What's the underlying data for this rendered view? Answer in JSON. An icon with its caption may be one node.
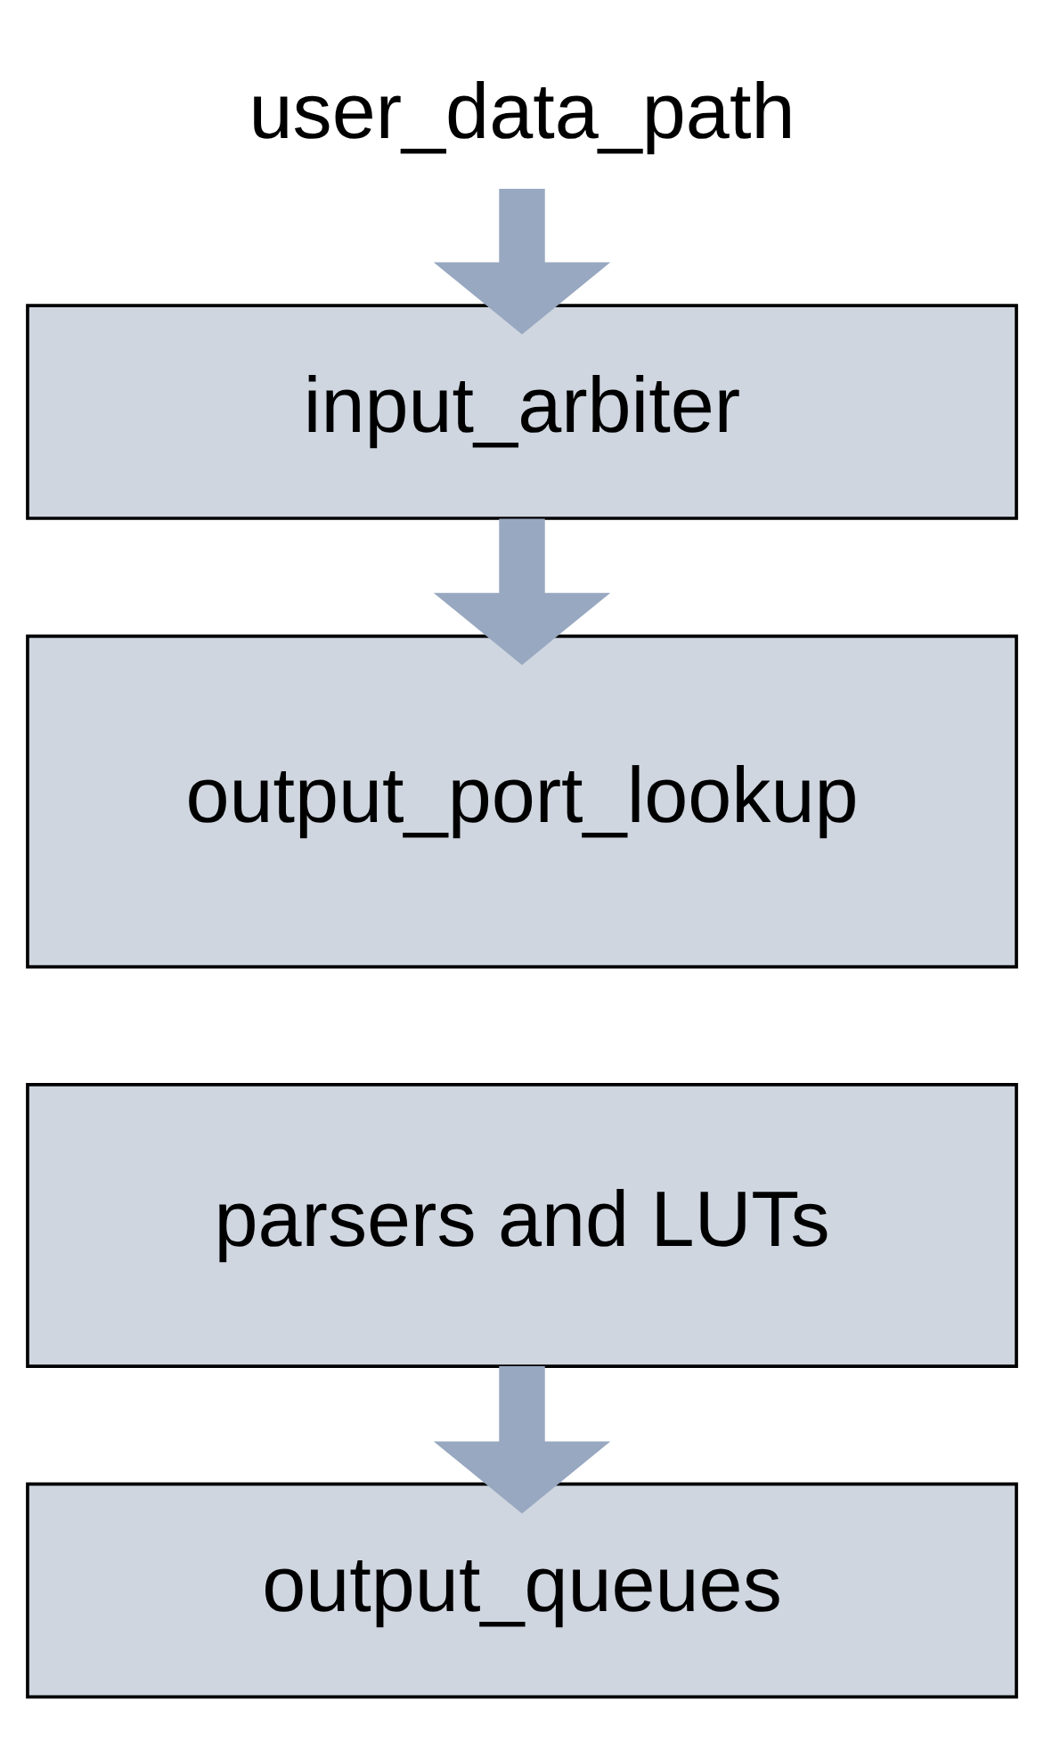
{
  "diagram": {
    "nodes": [
      {
        "text": [
          "user_data_path"
        ]
      },
      {
        "text": [
          "input_arbiter"
        ]
      },
      {
        "text": [
          "output_port_lookup"
        ]
      },
      {
        "text": [
          "parsers and LUTs"
        ]
      },
      {
        "text": [
          "output_queues"
        ]
      }
    ],
    "edges": [
      {
        "from": 0,
        "to": 1,
        "arrow": "to"
      },
      {
        "from": 1,
        "to": 2,
        "arrow": "to"
      },
      {
        "from": 3,
        "to": 4,
        "arrow": "to"
      }
    ]
  }
}
